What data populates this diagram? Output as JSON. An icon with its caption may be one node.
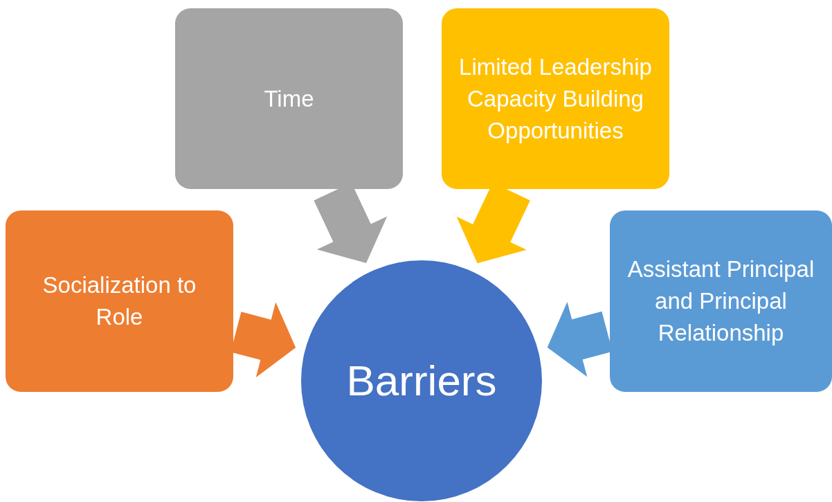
{
  "diagram": {
    "nodes": [
      {
        "text": [
          "Time"
        ]
      },
      {
        "text": [
          "Limited Leadership Capacity Building Opportunities"
        ]
      },
      {
        "text": [
          "Socialization to Role"
        ]
      },
      {
        "text": [
          "Assistant Principal and Principal Relationship"
        ]
      },
      {
        "text": [
          "Barriers"
        ]
      }
    ],
    "edges": [
      {
        "from": 0,
        "to": 4,
        "arrow": "to",
        "style": "thick",
        "color": "#a5a5a5"
      },
      {
        "from": 1,
        "to": 4,
        "arrow": "to",
        "style": "thick",
        "color": "#ffc000"
      },
      {
        "from": 2,
        "to": 4,
        "arrow": "to",
        "style": "thick",
        "color": "#ed7d31"
      },
      {
        "from": 3,
        "to": 4,
        "arrow": "to",
        "style": "thick",
        "color": "#5b9bd5"
      }
    ]
  }
}
